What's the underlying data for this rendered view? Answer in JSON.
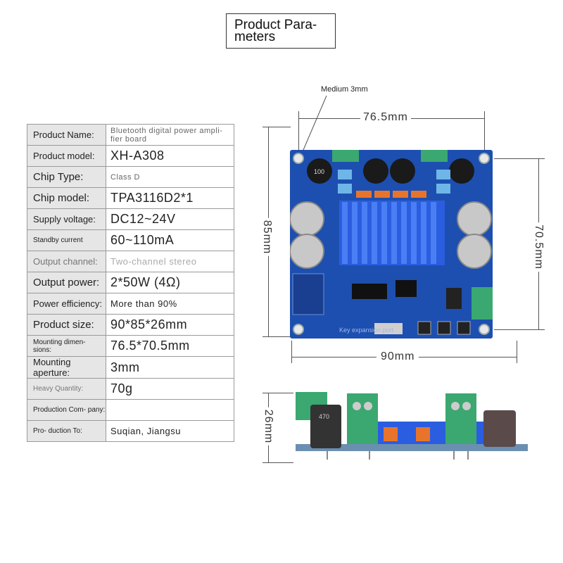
{
  "title": {
    "line1": "Product Para-",
    "line2": "meters"
  },
  "rows": [
    {
      "label": "Product Name:",
      "value": "Bluetooth digital power ampli- fier board"
    },
    {
      "label": "Product model:",
      "value": "XH-A308"
    },
    {
      "label": "Chip Type:",
      "value": "Class D"
    },
    {
      "label": "Chip model:",
      "value": "TPA3116D2*1"
    },
    {
      "label": "Supply voltage:",
      "value": "DC12~24V"
    },
    {
      "label": "Standby current",
      "value": "60~110mA"
    },
    {
      "label": "Output channel:",
      "value": "Two-channel stereo"
    },
    {
      "label": "Output power:",
      "value": "2*50W (4Ω)"
    },
    {
      "label": "Power efficiency:",
      "value": "More than 90%"
    },
    {
      "label": "Product size:",
      "value": "90*85*26mm"
    },
    {
      "label": "Mounting dimen- sions:",
      "value": "76.5*70.5mm"
    },
    {
      "label": "Mounting aperture:",
      "value": "3mm"
    },
    {
      "label": "Heavy Quantity:",
      "value": "70g"
    },
    {
      "label": "Production Com- pany:",
      "value": ""
    },
    {
      "label": "Pro- duction To:",
      "value": "Suqian, Jiangsu"
    }
  ],
  "dimensions": {
    "hole_note": "Medium 3mm",
    "top_width": "76.5mm",
    "left_height": "85mm",
    "right_height": "70.5mm",
    "bottom_width": "90mm",
    "side_height": "26mm",
    "key_port": "Key expansion port"
  },
  "components": {
    "inductor": "100",
    "cap_label": "470"
  }
}
